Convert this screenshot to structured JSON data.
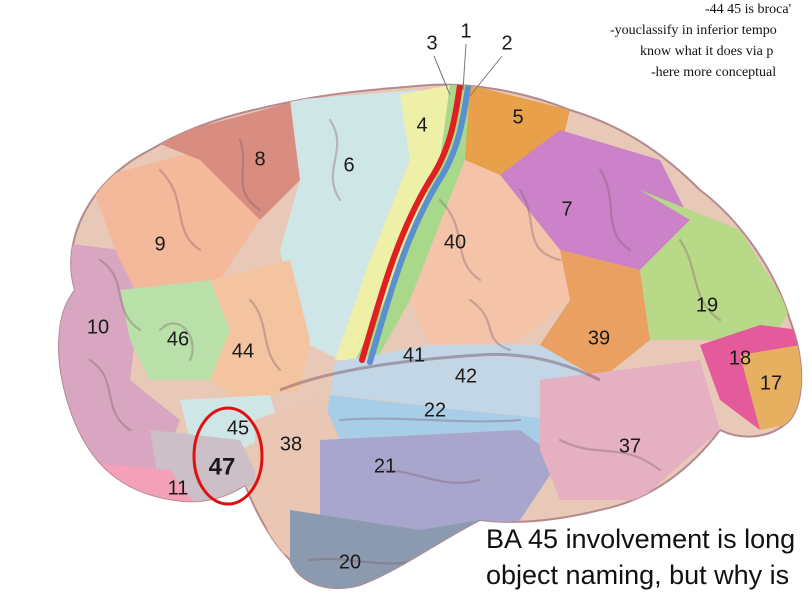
{
  "notes": [
    "-44 45 is broca'",
    "-youclassify in inferior tempo",
    "know what it does via p",
    "-here more conceptual"
  ],
  "areas": [
    "1",
    "2",
    "3",
    "4",
    "5",
    "6",
    "7",
    "8",
    "9",
    "10",
    "11",
    "17",
    "18",
    "19",
    "20",
    "21",
    "22",
    "37",
    "38",
    "39",
    "40",
    "41",
    "42",
    "44",
    "45",
    "46",
    "47"
  ],
  "caption": {
    "line1": "BA 45 involvement is long",
    "line2": "object naming, but why is"
  },
  "highlight_color": "#e01010"
}
